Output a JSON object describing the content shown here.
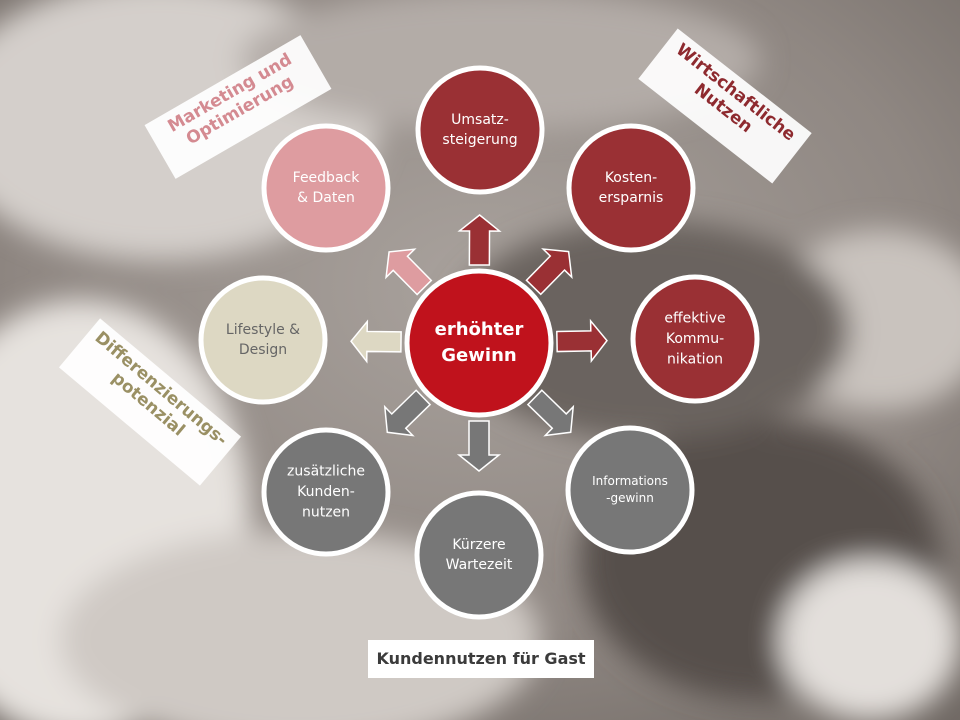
{
  "center": {
    "line1": "erhöhter",
    "line2": "Gewinn",
    "color": "#c0121c"
  },
  "nodes": [
    {
      "id": "umsatz",
      "lines": [
        "Umsatz-",
        "steigerung"
      ],
      "color": "#9a3034"
    },
    {
      "id": "kosten",
      "lines": [
        "Kosten-",
        "ersparnis"
      ],
      "color": "#9a3034"
    },
    {
      "id": "kommunikation",
      "lines": [
        "effektive",
        "Kommu-",
        "nikation"
      ],
      "color": "#9a3034"
    },
    {
      "id": "information",
      "lines": [
        "Informations",
        "-gewinn"
      ],
      "color": "#777777"
    },
    {
      "id": "wartezeit",
      "lines": [
        "Kürzere",
        "Wartezeit"
      ],
      "color": "#777777"
    },
    {
      "id": "kundennutzen",
      "lines": [
        "zusätzliche",
        "Kunden-",
        "nutzen"
      ],
      "color": "#777777"
    },
    {
      "id": "lifestyle",
      "lines": [
        "Lifestyle &",
        "Design"
      ],
      "color": "#ddd8c3"
    },
    {
      "id": "feedback",
      "lines": [
        "Feedback",
        "& Daten"
      ],
      "color": "#de9ca0"
    }
  ],
  "labels": {
    "marketing": "Marketing und Optimierung",
    "wirtschaft": "Wirtschaftliche Nutzen",
    "differenz": "Differenzierungs-potenzial",
    "kunden": "Kundennutzen für Gast"
  },
  "colors": {
    "red_dark": "#9a3034",
    "gray": "#777777",
    "beige": "#ddd8c3",
    "pink": "#de9ca0"
  }
}
